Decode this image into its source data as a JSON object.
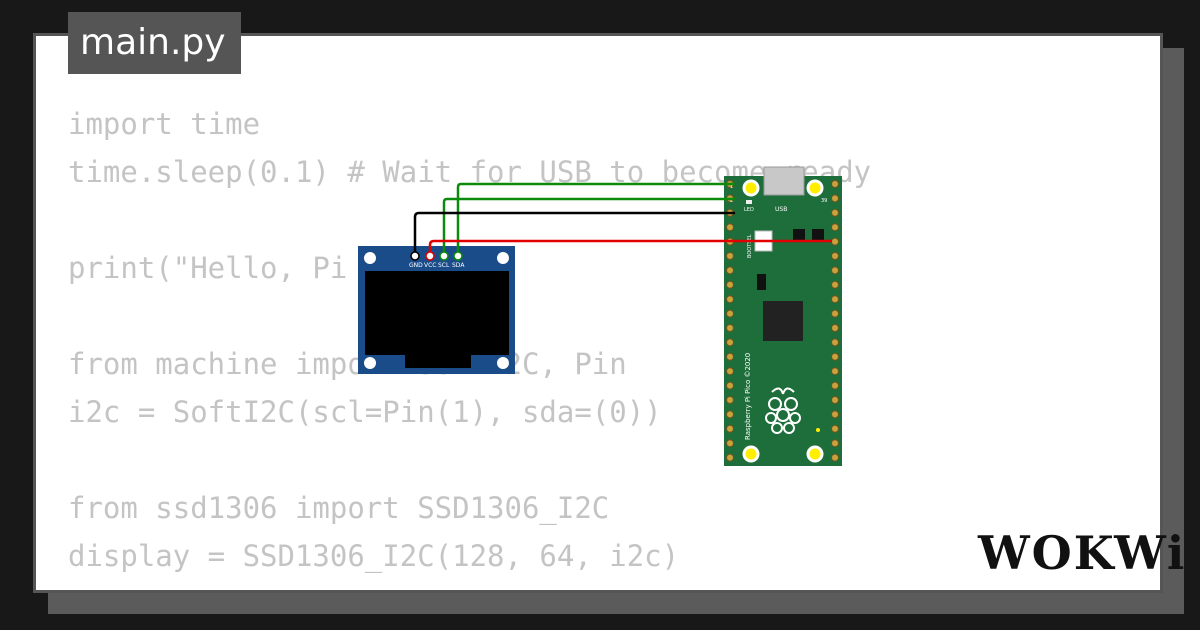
{
  "window": {
    "title": "main.py"
  },
  "editor": {
    "lines": [
      "import time",
      "time.sleep(0.1) # Wait for USB to become ready",
      "",
      "print(\"Hello, Pi Pico!\")",
      "",
      "from machine import SoftI2C, Pin",
      "i2c = SoftI2C(scl=Pin(1), sda=(0))",
      "",
      "from ssd1306 import SSD1306_I2C",
      "display = SSD1306_I2C(128, 64, i2c)"
    ]
  },
  "oled": {
    "pins": [
      "GND",
      "VCC",
      "SCL",
      "SDA"
    ]
  },
  "pico": {
    "usb_label": "USB",
    "led_label": "LED",
    "bootsel_label": "BOOTSEL",
    "board_text": "Raspberry Pi Pico ©2020",
    "pin_numbers": {
      "p1": "1",
      "p2": "2",
      "p39": "39"
    }
  },
  "brand": {
    "logo": "WOKWi"
  },
  "colors": {
    "wire_green": "#0b8a0b",
    "wire_black": "#000000",
    "wire_red": "#e00000",
    "pico_board": "#1d6e3b",
    "oled_board": "#1a4c8a"
  }
}
